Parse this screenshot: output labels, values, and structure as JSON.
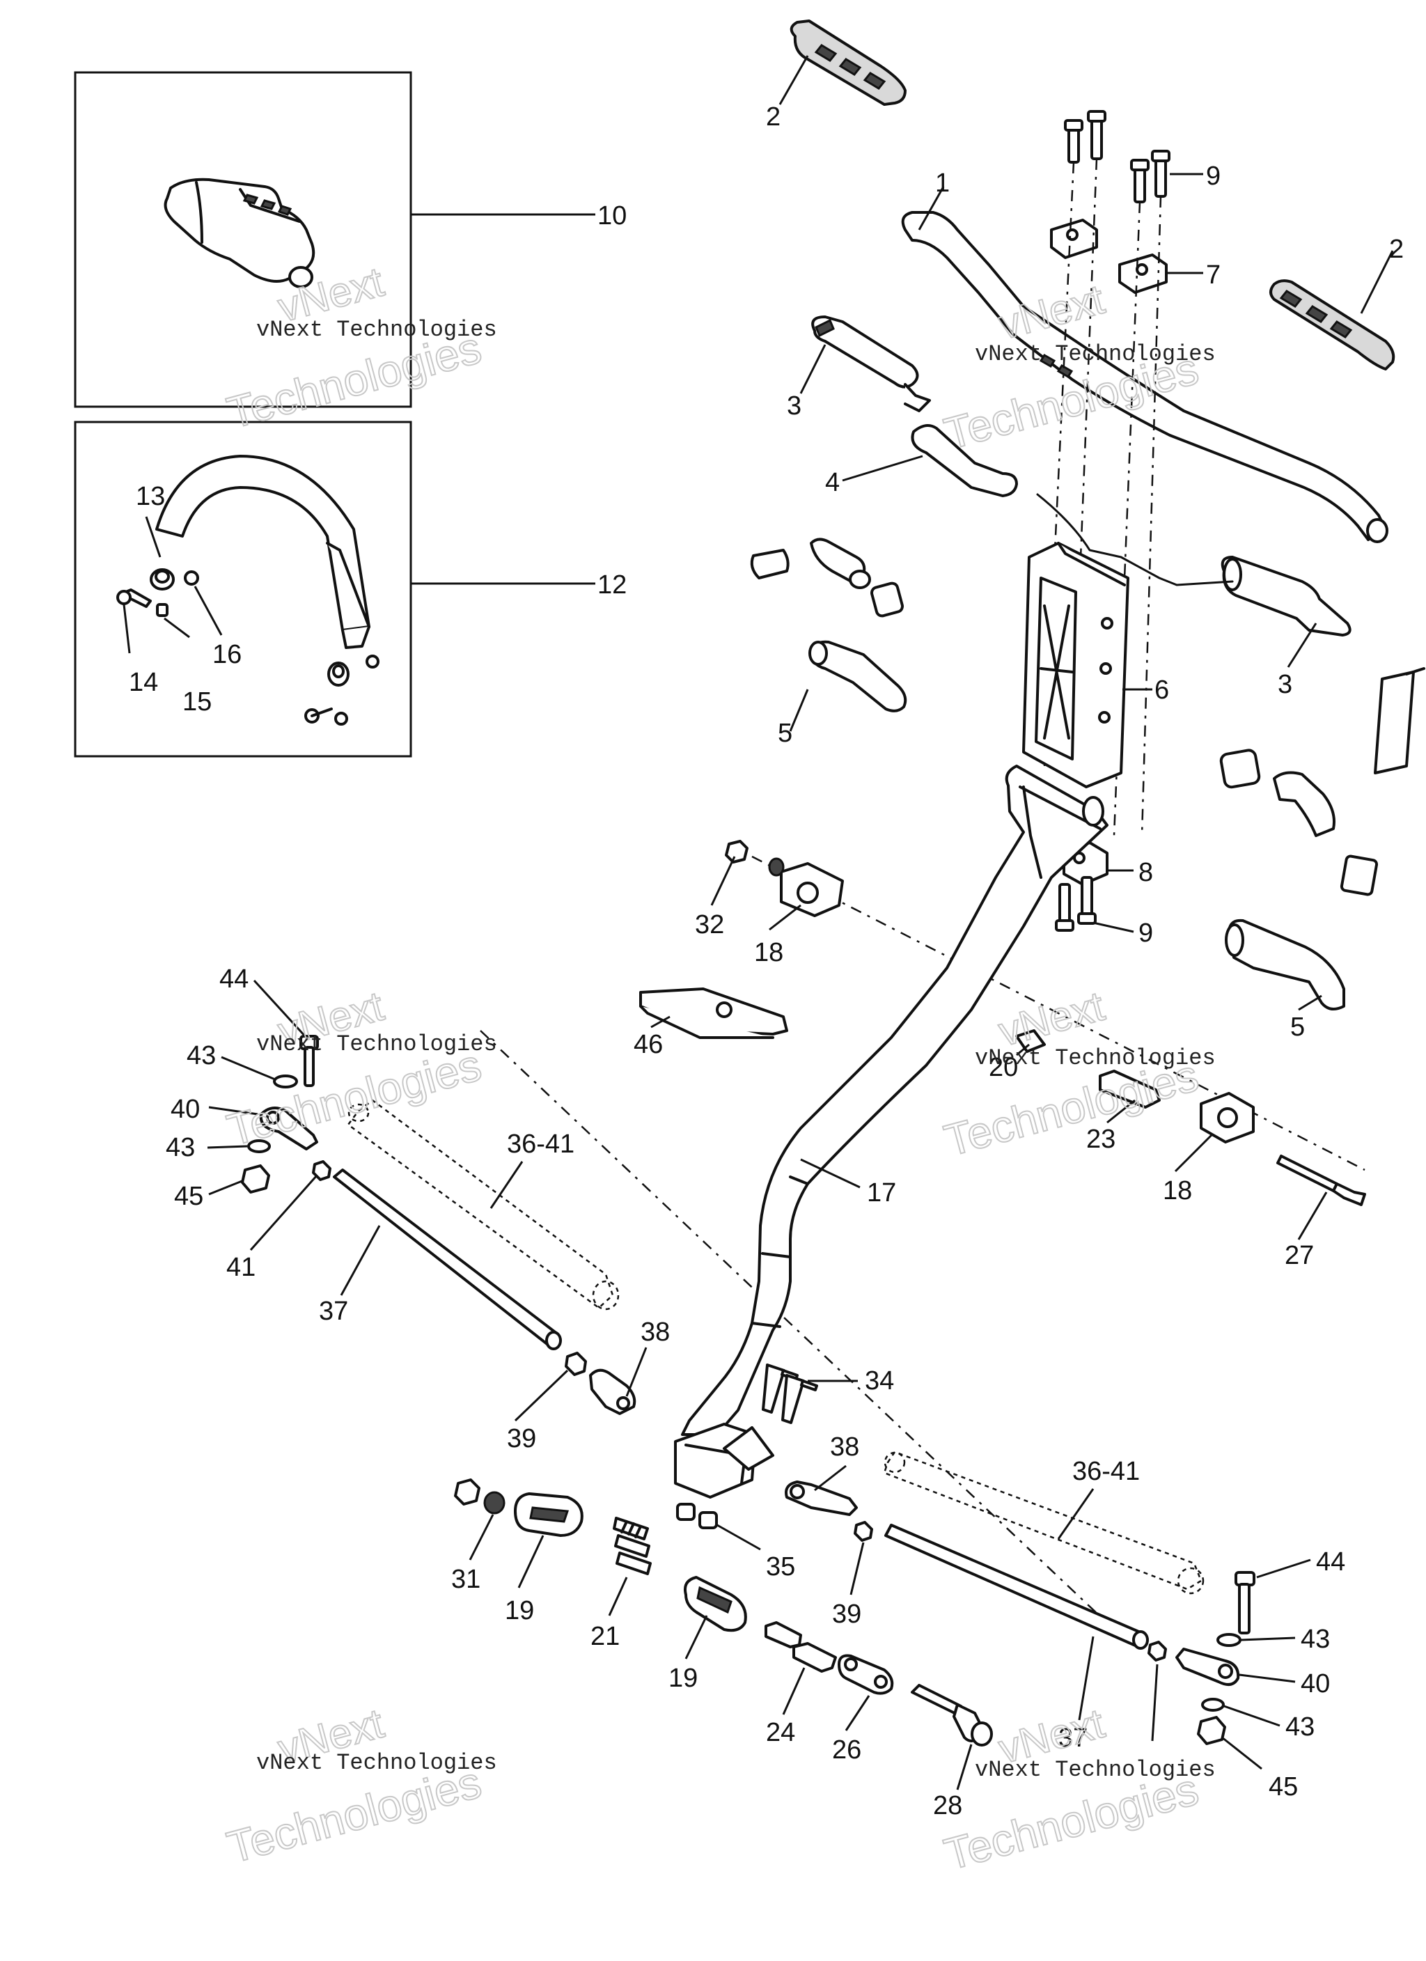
{
  "callouts": {
    "c1": "1",
    "c2a": "2",
    "c2b": "2",
    "c3a": "3",
    "c3b": "3",
    "c4": "4",
    "c5a": "5",
    "c5b": "5",
    "c6": "6",
    "c7": "7",
    "c8": "8",
    "c9a": "9",
    "c9b": "9",
    "c10": "10",
    "c12": "12",
    "c13": "13",
    "c14": "14",
    "c15": "15",
    "c16": "16",
    "c17": "17",
    "c18a": "18",
    "c18b": "18",
    "c19a": "19",
    "c19b": "19",
    "c20": "20",
    "c21": "21",
    "c23": "23",
    "c24": "24",
    "c26": "26",
    "c27": "27",
    "c28": "28",
    "c31": "31",
    "c32": "32",
    "c34": "34",
    "c35": "35",
    "c36a": "36-41",
    "c36b": "36-41",
    "c37a": "37",
    "c37b": "37",
    "c38a": "38",
    "c38b": "38",
    "c39a": "39",
    "c39b": "39",
    "c40a": "40",
    "c40b": "40",
    "c41": "41",
    "c43a": "43",
    "c43b": "43",
    "c43c": "43",
    "c43d": "43",
    "c44a": "44",
    "c44b": "44",
    "c45a": "45",
    "c45b": "45",
    "c46": "46"
  },
  "watermark": {
    "brand": "vNext",
    "company": "vNext Technologies",
    "word": "Technologies"
  }
}
